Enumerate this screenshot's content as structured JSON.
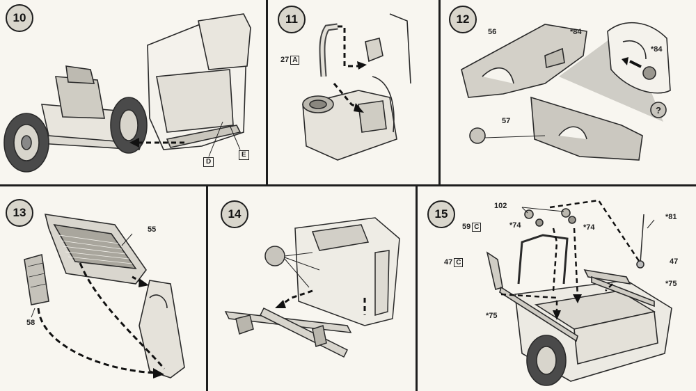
{
  "steps": [
    {
      "number": "10",
      "callouts": {
        "d": "D",
        "e": "E"
      }
    },
    {
      "number": "11",
      "callouts": {
        "part": "27",
        "tree": "A"
      }
    },
    {
      "number": "12",
      "callouts": {
        "p56": "56",
        "p84a": "*84",
        "p84b": "*84",
        "p57": "57"
      }
    },
    {
      "number": "13",
      "callouts": {
        "p55": "55",
        "p58": "58"
      }
    },
    {
      "number": "14",
      "callouts": {}
    },
    {
      "number": "15",
      "callouts": {
        "p102": "102",
        "p74a": "*74",
        "p74b": "*74",
        "p59": "59",
        "tree59": "C",
        "p47a": "47",
        "tree47": "C",
        "p81": "*81",
        "p47b": "47",
        "p75a": "*75",
        "p75b": "*75"
      }
    }
  ],
  "icons": {
    "glue": "glue-brush-icon",
    "question": "question-icon",
    "arrow": "dashed-arrow"
  }
}
